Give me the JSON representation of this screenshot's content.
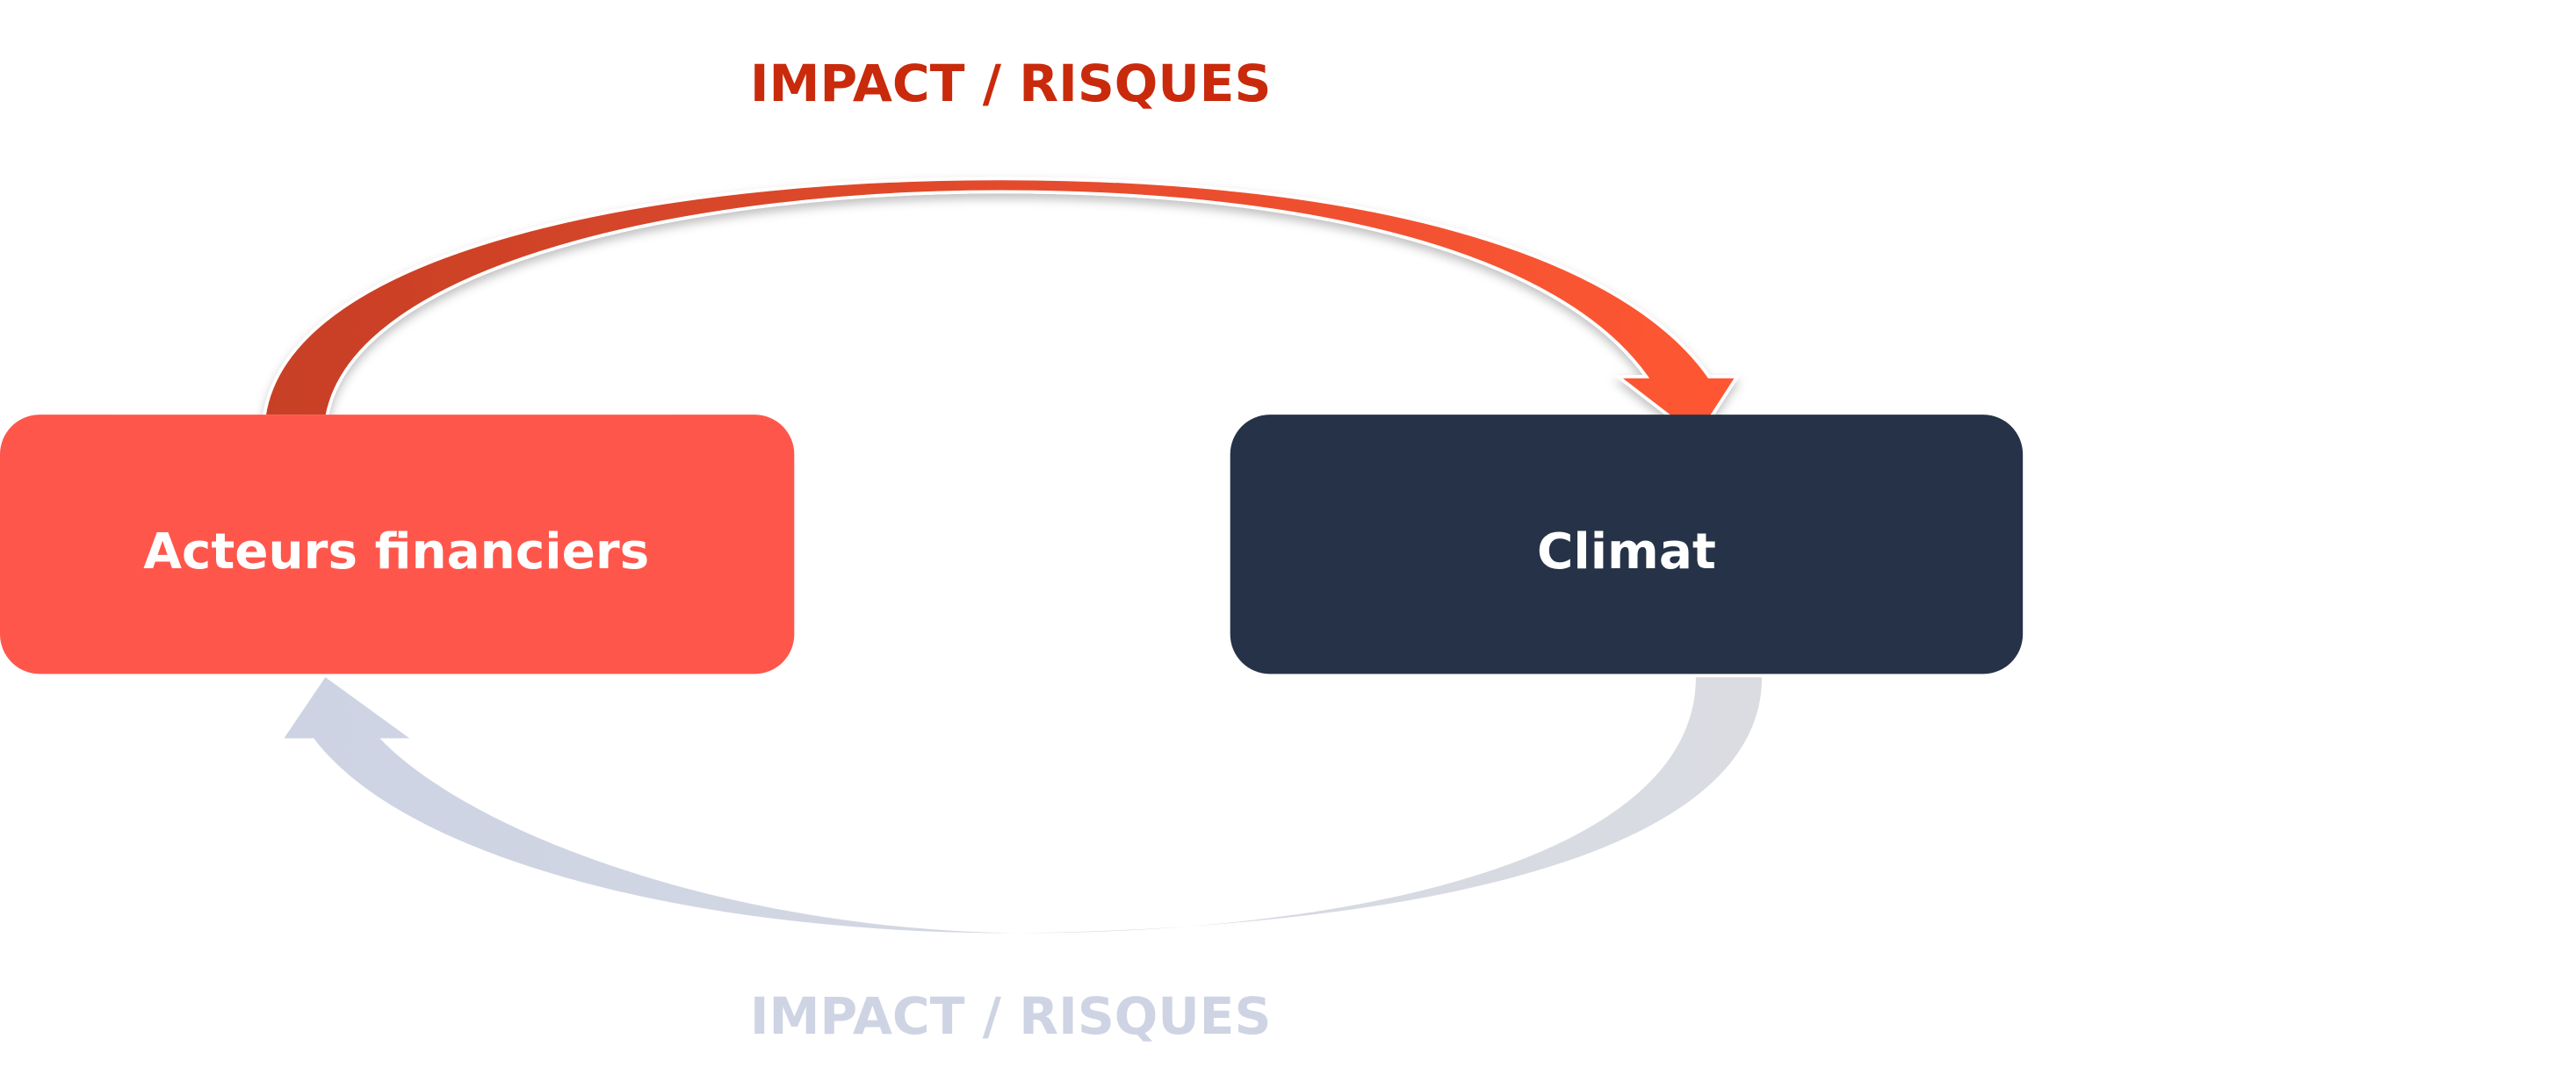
{
  "top_label": "IMPACT / RISQUES",
  "bottom_label": "IMPACT / RISQUES",
  "nodes": {
    "left": "Acteurs financiers",
    "right": "Climat"
  },
  "colors": {
    "top_label": "#c92a0c",
    "bottom_label": "#ced4e3",
    "left_box": "#ff564c",
    "right_box": "#263247",
    "top_arrow_start": "#c73f26",
    "top_arrow_end": "#ff5733",
    "bottom_arrow_start": "#cdd3e3",
    "bottom_arrow_end": "#dadce2"
  }
}
